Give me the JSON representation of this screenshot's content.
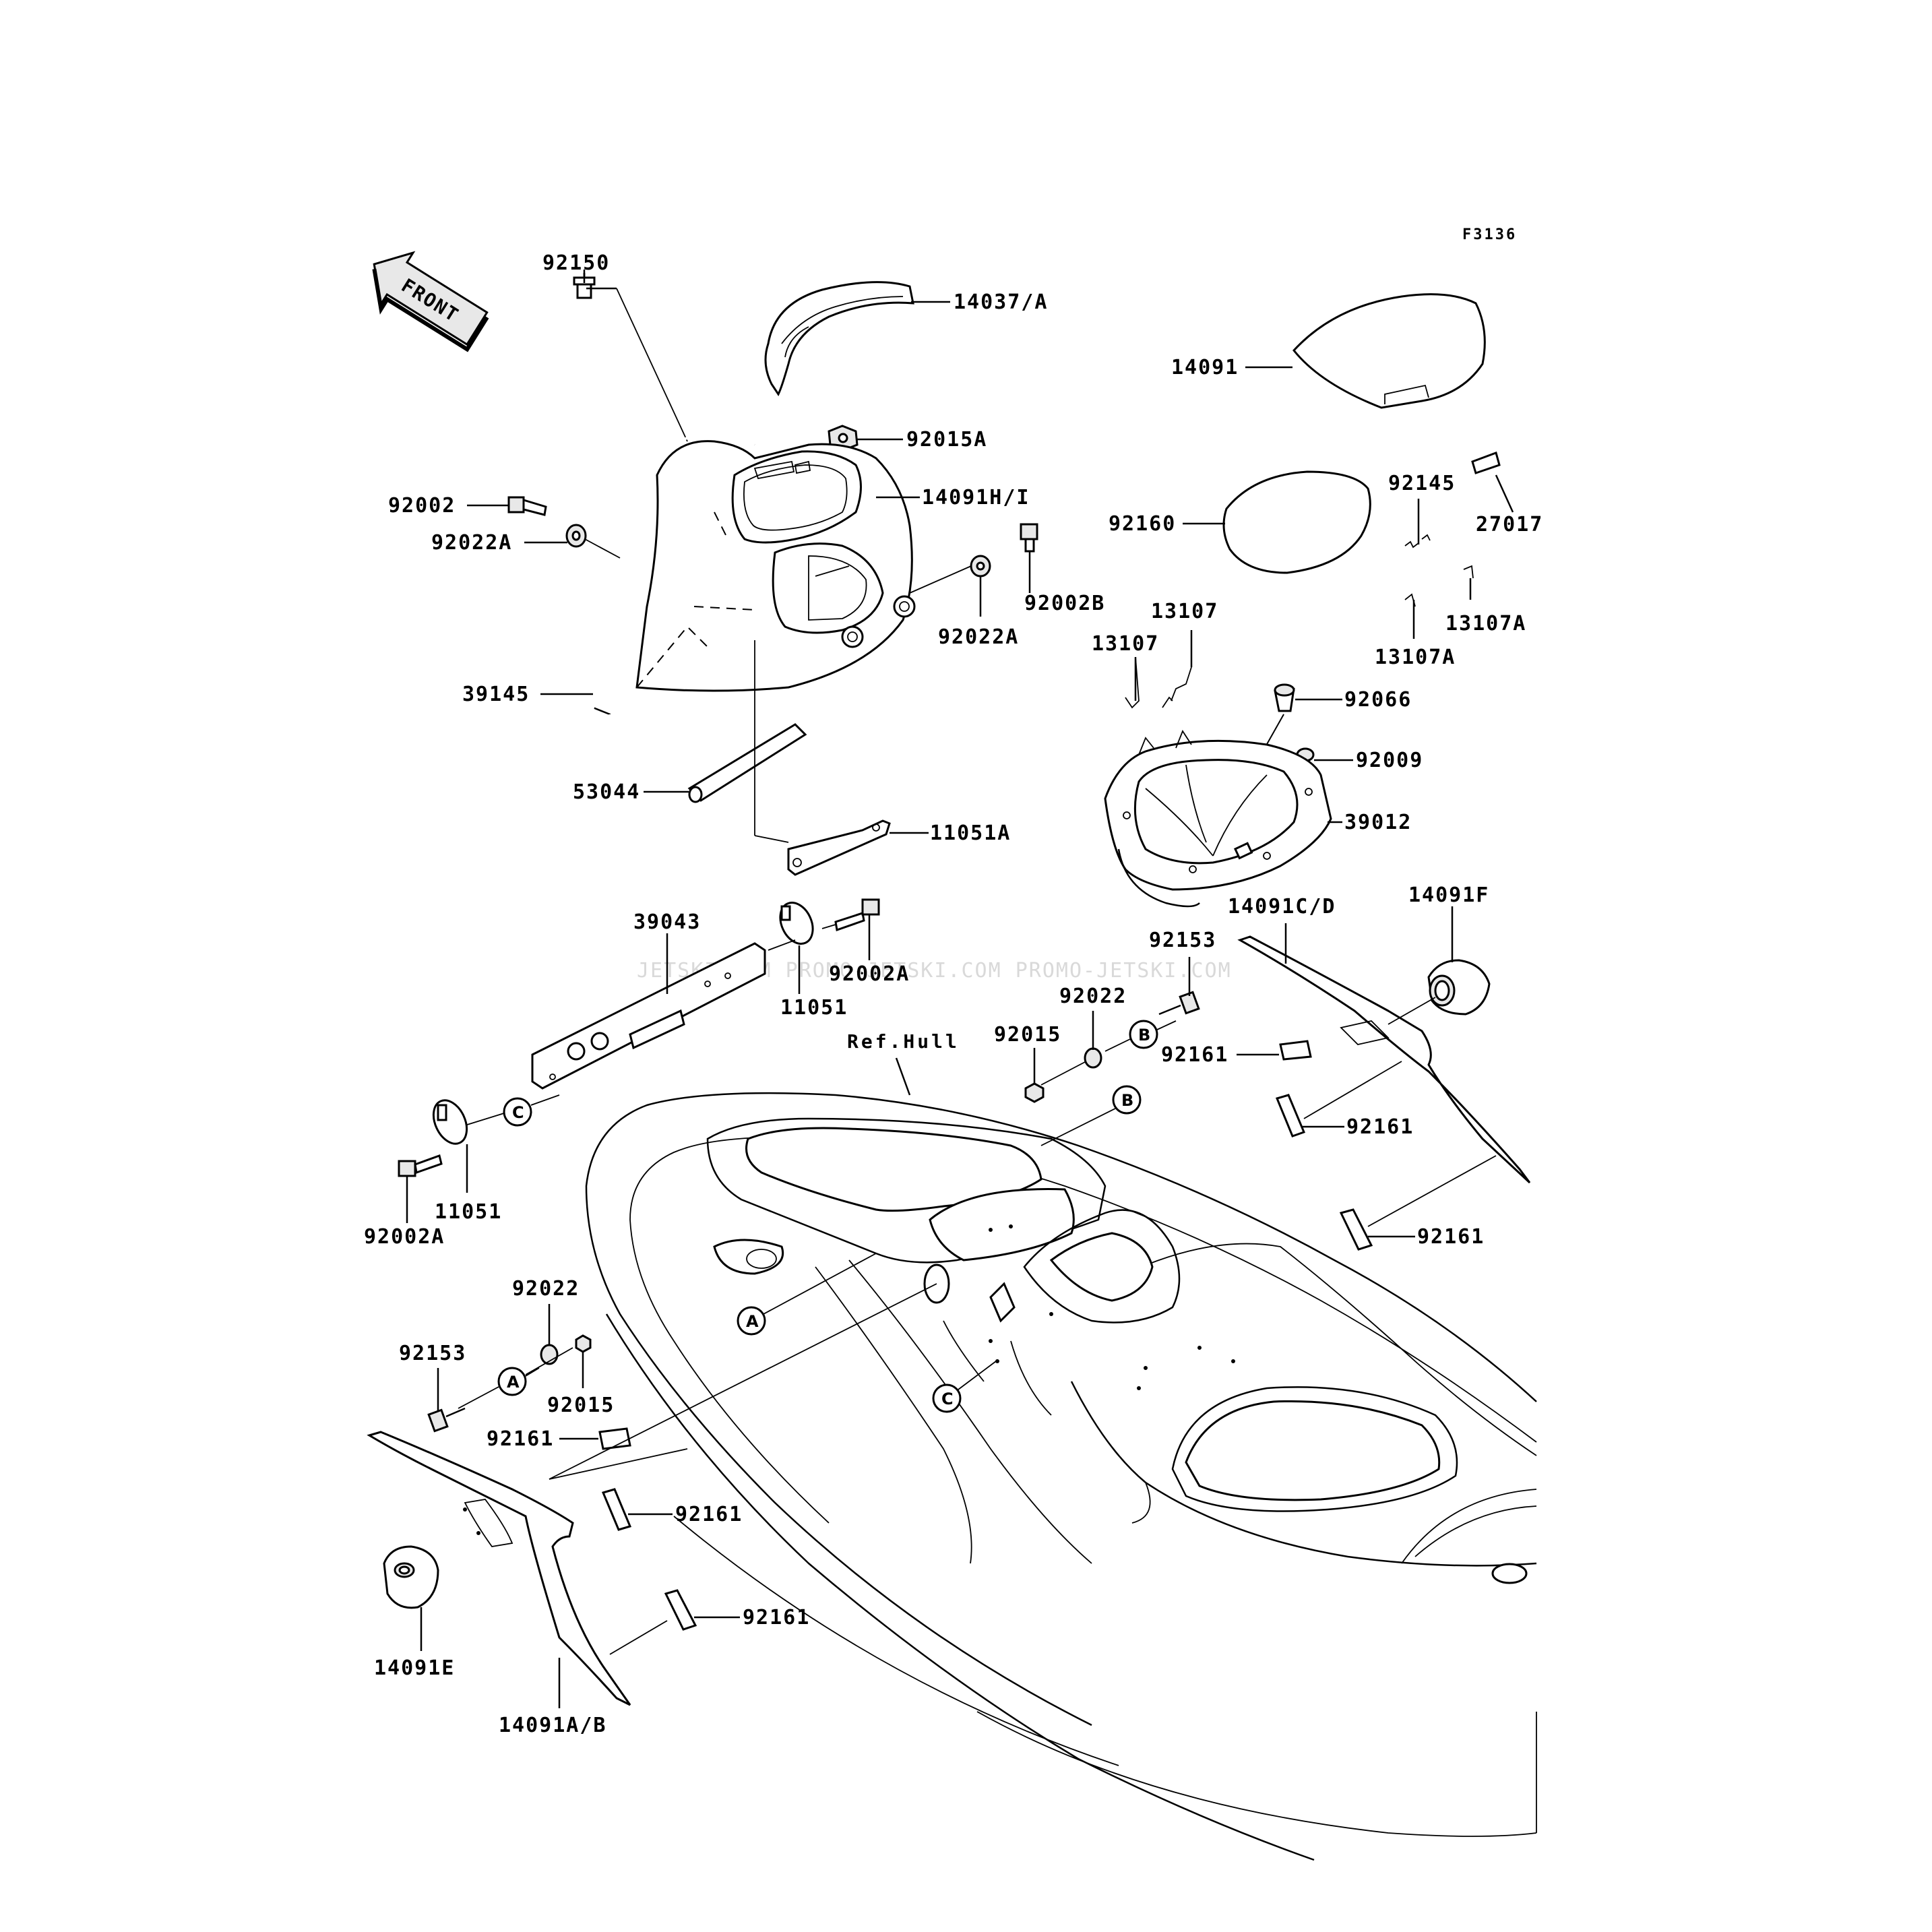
{
  "figure_code": "F3136",
  "front_label": "FRONT",
  "ref_label": "Ref.Hull",
  "watermark": "JETSKI.COM  PROMO-JETSKI.COM  PROMO-JETSKI.COM",
  "parts": {
    "p92150": "92150",
    "p14037": "14037/A",
    "p92015A": "92015A",
    "p14091HI": "14091H/I",
    "p92002": "92002",
    "p92022A_left": "92022A",
    "p92002B": "92002B",
    "p92022A_right": "92022A",
    "p39145": "39145",
    "p53044": "53044",
    "p11051A": "11051A",
    "p39043": "39043",
    "p92002A_top": "92002A",
    "p11051_top": "11051",
    "p11051_left": "11051",
    "p92002A_left": "92002A",
    "p14091": "14091",
    "p92160": "92160",
    "p92145": "92145",
    "p27017": "27017",
    "p13107_a": "13107",
    "p13107_b": "13107",
    "p13107A_a": "13107A",
    "p13107A_b": "13107A",
    "p92066": "92066",
    "p92009": "92009",
    "p39012": "39012",
    "p14091CD": "14091C/D",
    "p14091F": "14091F",
    "p92153_right": "92153",
    "p92022_right": "92022",
    "p92015_right": "92015",
    "p92161_r1": "92161",
    "p92161_r2": "92161",
    "p92161_r3": "92161",
    "p92022_left": "92022",
    "p92153_left": "92153",
    "p92015_left": "92015",
    "p92161_l1": "92161",
    "p92161_l2": "92161",
    "p92161_l3": "92161",
    "p14091E": "14091E",
    "p14091AB": "14091A/B"
  },
  "ref_marks": {
    "A": "A",
    "B": "B",
    "C": "C"
  },
  "icons": {
    "front_arrow": "front-arrow-icon"
  }
}
